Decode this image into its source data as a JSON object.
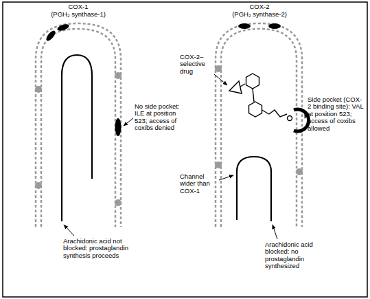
{
  "diagram": {
    "labels": [
      "COX-1",
      "(PGH₂ synthase-1)",
      "COX-2",
      "(PGH₂ synthase-2)",
      "COX-2–selective drug",
      "No side pocket: ILE at position 523; access of coxibs denied",
      "Side pocket (COX-2 binding site): VAL at position 523; access of coxibs allowed",
      "Channel wider than COX-1",
      "Arachidonic acid not blocked: prostaglandin synthesis proceeds",
      "Arachidonic acid blocked: no prostaglandin synthesized"
    ]
  }
}
